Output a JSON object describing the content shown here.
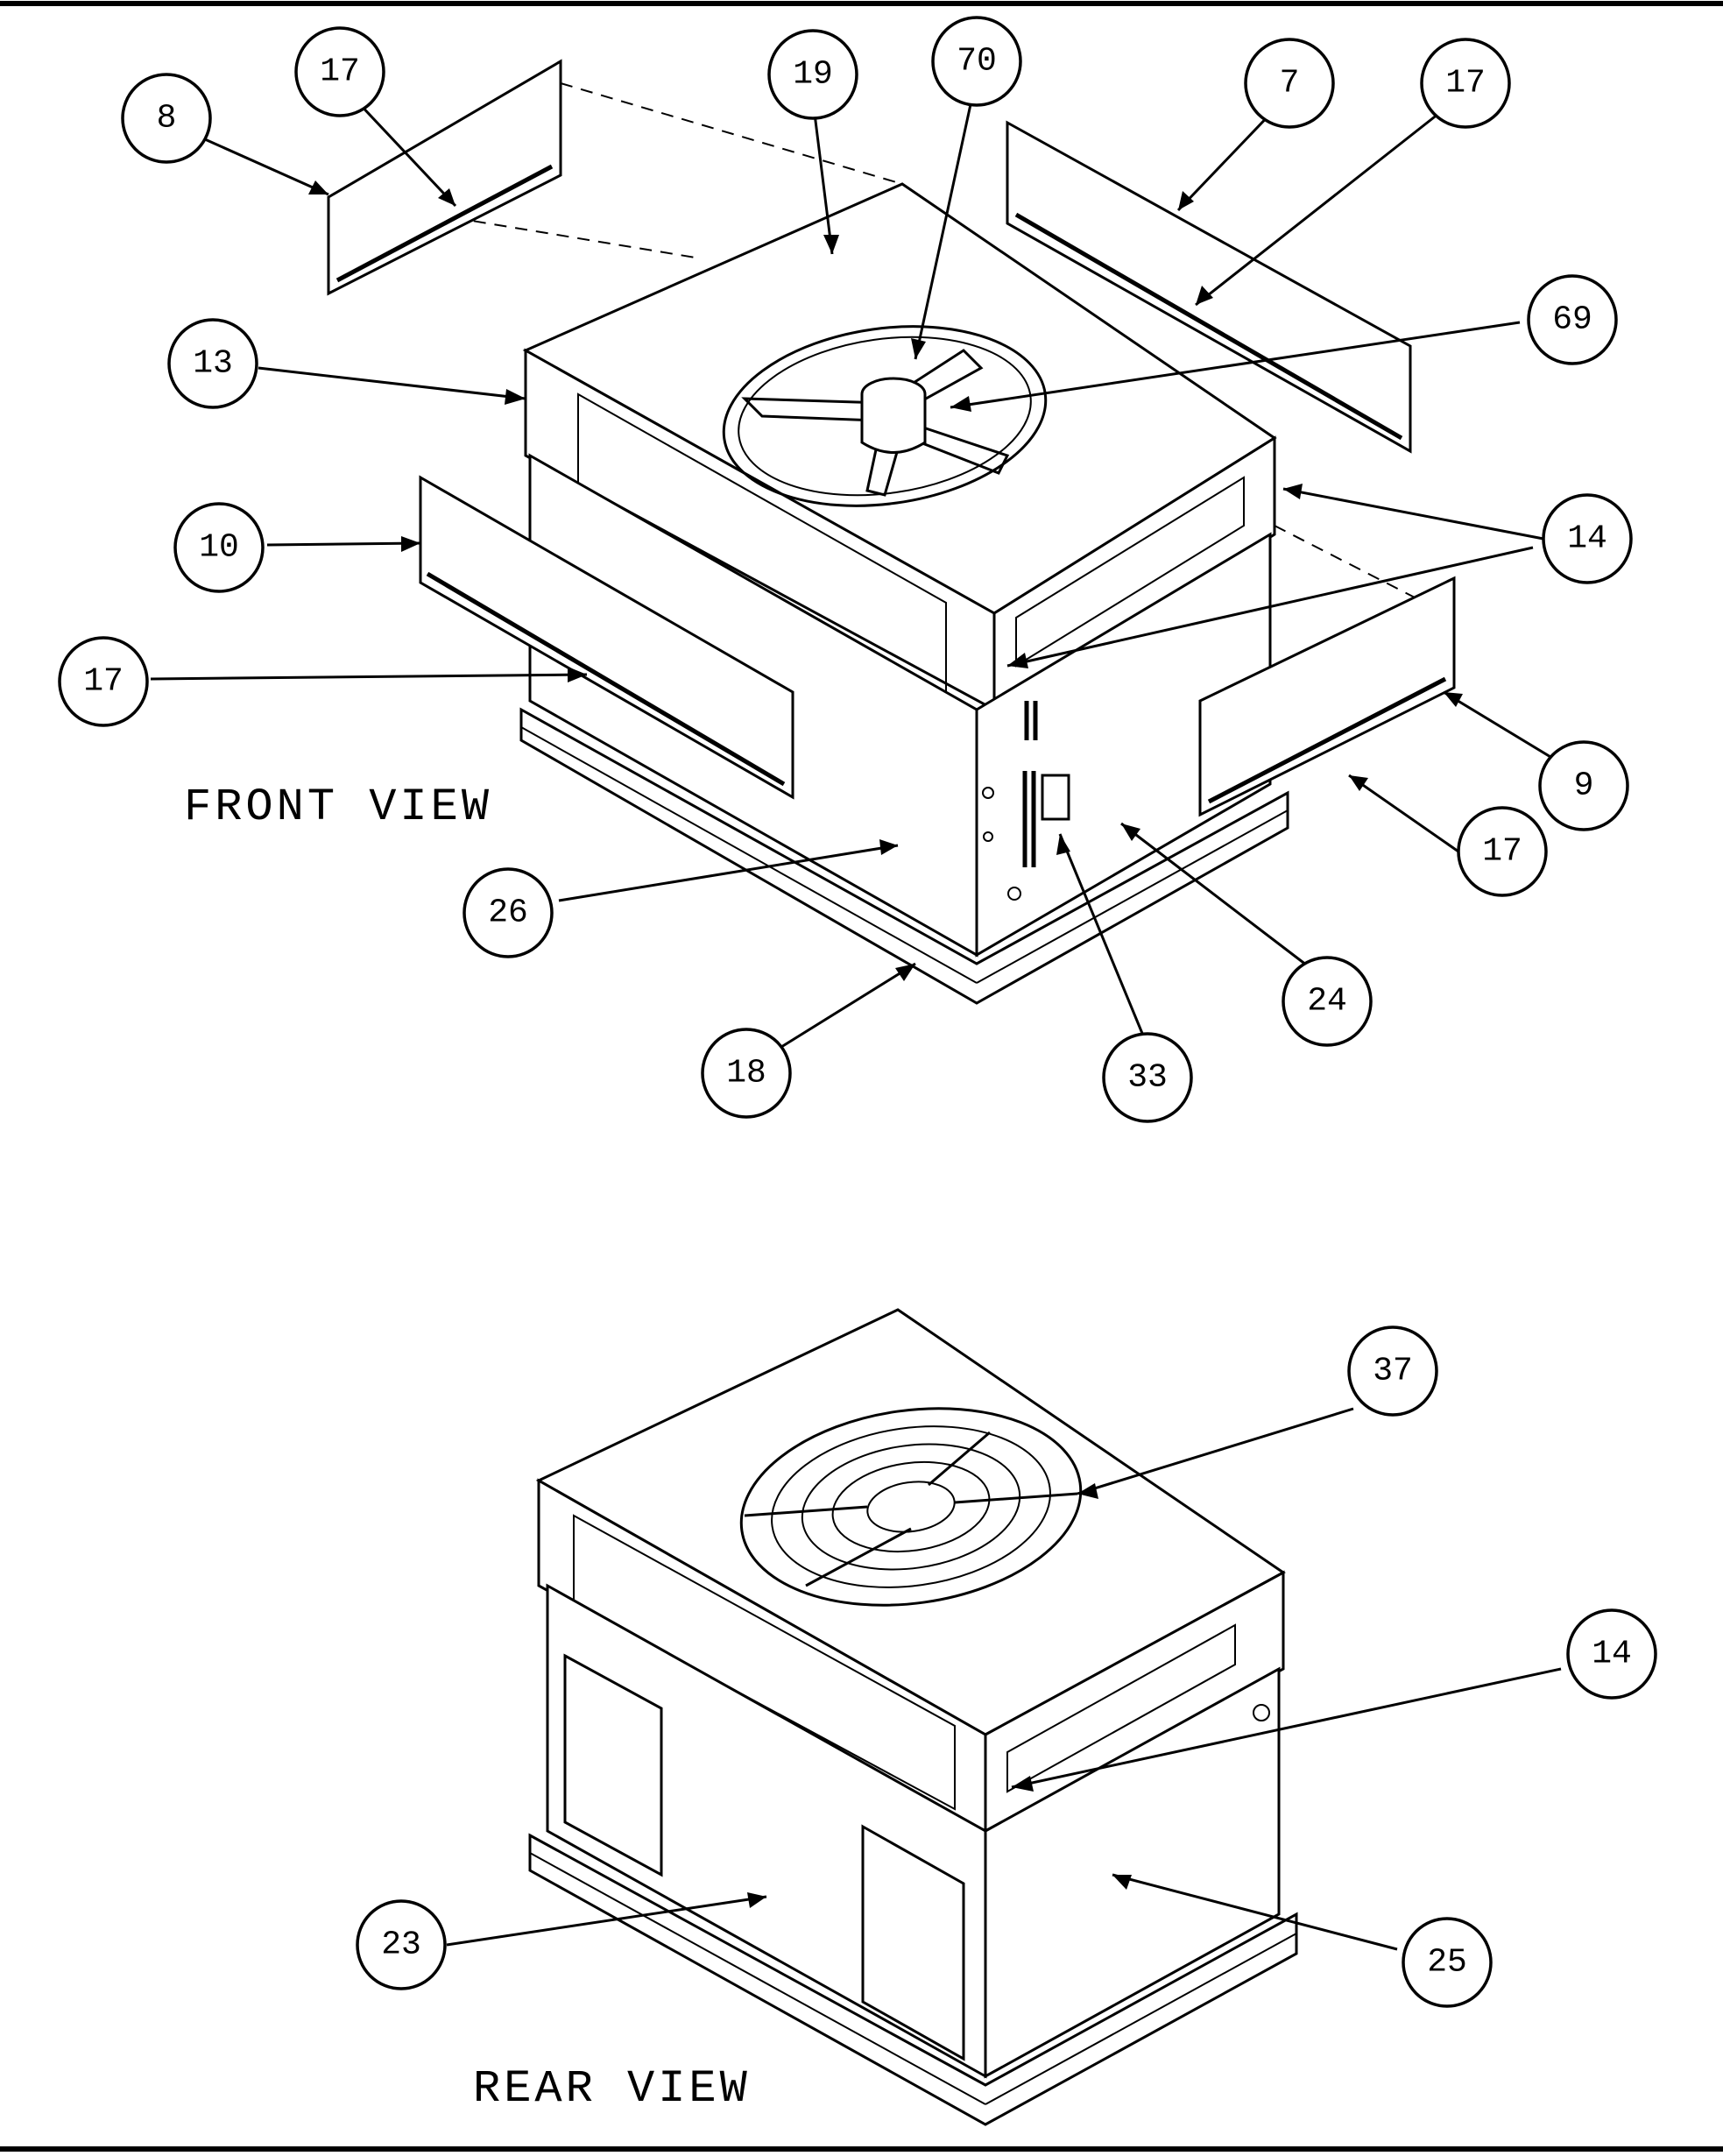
{
  "views": {
    "front_label": "FRONT VIEW",
    "rear_label": "REAR VIEW"
  },
  "callouts": {
    "front": [
      {
        "id": "c8",
        "label": "8"
      },
      {
        "id": "c17a",
        "label": "17"
      },
      {
        "id": "c19",
        "label": "19"
      },
      {
        "id": "c70",
        "label": "70"
      },
      {
        "id": "c7",
        "label": "7"
      },
      {
        "id": "c17b",
        "label": "17"
      },
      {
        "id": "c69",
        "label": "69"
      },
      {
        "id": "c13",
        "label": "13"
      },
      {
        "id": "c14a",
        "label": "14"
      },
      {
        "id": "c10",
        "label": "10"
      },
      {
        "id": "c17c",
        "label": "17"
      },
      {
        "id": "c9",
        "label": "9"
      },
      {
        "id": "c17d",
        "label": "17"
      },
      {
        "id": "c26",
        "label": "26"
      },
      {
        "id": "c24",
        "label": "24"
      },
      {
        "id": "c18",
        "label": "18"
      },
      {
        "id": "c33",
        "label": "33"
      }
    ],
    "rear": [
      {
        "id": "c37",
        "label": "37"
      },
      {
        "id": "c14b",
        "label": "14"
      },
      {
        "id": "c23",
        "label": "23"
      },
      {
        "id": "c25",
        "label": "25"
      }
    ]
  }
}
